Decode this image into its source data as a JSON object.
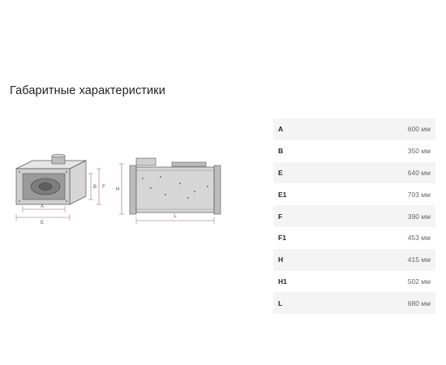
{
  "page": {
    "title": "Габаритные характеристики"
  },
  "drawing": {
    "left_view": {
      "labels": {
        "a": "A",
        "e": "E",
        "b": "B",
        "f": "F"
      }
    },
    "right_view": {
      "labels": {
        "h": "H",
        "l": "L"
      }
    },
    "colors": {
      "line": "#555555",
      "dimension": "#8a6d6d",
      "panel": "#cfcfcf",
      "panel_dark": "#9a9a9a"
    }
  },
  "specs": [
    {
      "name": "A",
      "value": "600 мм"
    },
    {
      "name": "B",
      "value": "350 мм"
    },
    {
      "name": "E",
      "value": "640 мм"
    },
    {
      "name": "E1",
      "value": "703 мм"
    },
    {
      "name": "F",
      "value": "390 мм"
    },
    {
      "name": "F1",
      "value": "453 мм"
    },
    {
      "name": "H",
      "value": "415 мм"
    },
    {
      "name": "H1",
      "value": "502 мм"
    },
    {
      "name": "L",
      "value": "680 мм"
    }
  ],
  "colors": {
    "row_shade": "#f4f4f4",
    "label": "#222222",
    "value": "#666666"
  }
}
